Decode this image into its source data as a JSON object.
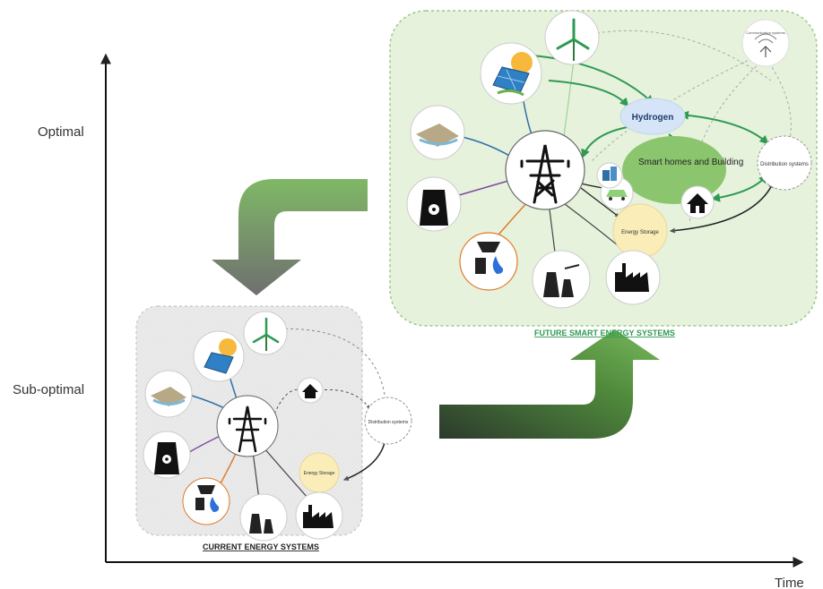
{
  "axes": {
    "y_high": "Optimal",
    "y_low": "Sub-optimal",
    "x_label": "Time"
  },
  "current_panel": {
    "caption": "CURRENT ENERGY SYSTEMS",
    "distribution_label": "Distribution systems",
    "storage_label": "Energy Storage"
  },
  "future_panel": {
    "caption": "FUTURE SMART ENERGY SYSTEMS",
    "hydrogen_label": "Hydrogen",
    "smart_homes_label": "Smart homes and Building",
    "distribution_label": "Distribution systems",
    "storage_label": "Energy Storage",
    "comm_label": "Communication systems"
  },
  "colors": {
    "current_panel_bg": "#e9e9e9",
    "future_panel_bg": "#e6f2dc",
    "future_panel_border": "#9cc88a",
    "arrow_green": "#4f8f3c",
    "arrow_gray": "#8a8a8a",
    "hydrogen_fill": "#d5e4f6",
    "smart_homes_fill": "#8bc66f",
    "storage_fill": "#fbedb8"
  }
}
